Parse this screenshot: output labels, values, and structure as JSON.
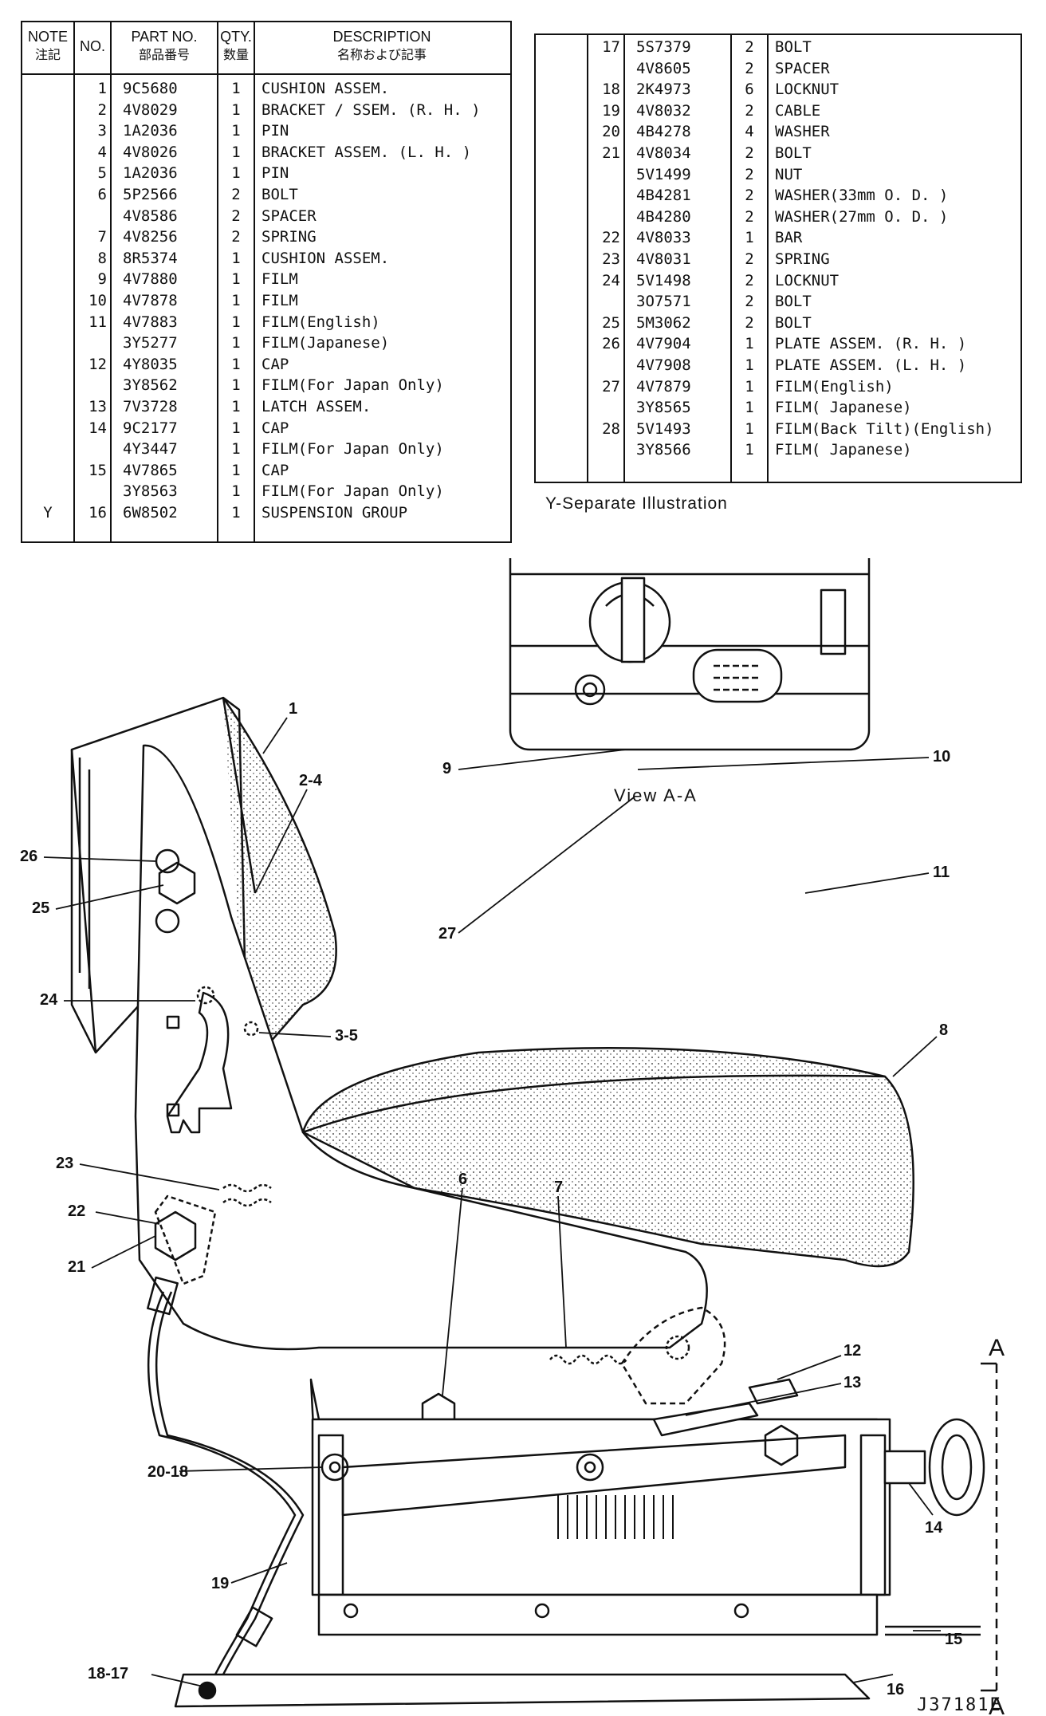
{
  "left_table": {
    "headers": {
      "note": "NOTE",
      "note_jp": "注記",
      "no": "NO.",
      "part": "PART NO.",
      "part_jp": "部品番号",
      "qty": "QTY.",
      "qty_jp": "数量",
      "desc": "DESCRIPTION",
      "desc_jp": "名称および記事"
    },
    "rows": [
      {
        "note": "",
        "no": "1",
        "part": "9C5680",
        "qty": "1",
        "desc": "CUSHION ASSEM."
      },
      {
        "note": "",
        "no": "2",
        "part": "4V8029",
        "qty": "1",
        "desc": "BRACKET / SSEM. (R. H. )"
      },
      {
        "note": "",
        "no": "3",
        "part": "1A2036",
        "qty": "1",
        "desc": " PIN"
      },
      {
        "note": "",
        "no": "4",
        "part": "4V8026",
        "qty": "1",
        "desc": "BRACKET ASSEM. (L. H. )"
      },
      {
        "note": "",
        "no": "5",
        "part": "1A2036",
        "qty": "1",
        "desc": " PIN"
      },
      {
        "note": "",
        "no": "6",
        "part": "5P2566",
        "qty": "2",
        "desc": "BOLT"
      },
      {
        "note": "",
        "no": "",
        "part": "4V8586",
        "qty": "2",
        "desc": "SPACER"
      },
      {
        "note": "",
        "no": "7",
        "part": "4V8256",
        "qty": "2",
        "desc": "SPRING"
      },
      {
        "note": "",
        "no": "8",
        "part": "8R5374",
        "qty": "1",
        "desc": "CUSHION ASSEM."
      },
      {
        "note": "",
        "no": "9",
        "part": "4V7880",
        "qty": "1",
        "desc": "FILM"
      },
      {
        "note": "",
        "no": "10",
        "part": "4V7878",
        "qty": "1",
        "desc": "FILM"
      },
      {
        "note": "",
        "no": "11",
        "part": "4V7883",
        "qty": "1",
        "desc": "FILM(English)"
      },
      {
        "note": "",
        "no": "",
        "part": "3Y5277",
        "qty": "1",
        "desc": "FILM(Japanese)"
      },
      {
        "note": "",
        "no": "12",
        "part": "4Y8035",
        "qty": "1",
        "desc": "CAP"
      },
      {
        "note": "",
        "no": "",
        "part": "3Y8562",
        "qty": "1",
        "desc": "FILM(For Japan Only)"
      },
      {
        "note": "",
        "no": "13",
        "part": "7V3728",
        "qty": "1",
        "desc": "LATCH ASSEM."
      },
      {
        "note": "",
        "no": "14",
        "part": "9C2177",
        "qty": "1",
        "desc": "CAP"
      },
      {
        "note": "",
        "no": "",
        "part": "4Y3447",
        "qty": "1",
        "desc": "FILM(For Japan Only)"
      },
      {
        "note": "",
        "no": "15",
        "part": "4V7865",
        "qty": "1",
        "desc": "CAP"
      },
      {
        "note": "",
        "no": "",
        "part": "3Y8563",
        "qty": "1",
        "desc": "FILM(For Japan Only)"
      },
      {
        "note": "Y",
        "no": "16",
        "part": "6W8502",
        "qty": "1",
        "desc": "SUSPENSION GROUP"
      }
    ]
  },
  "right_table": {
    "rows": [
      {
        "no": "17",
        "part": "5S7379",
        "qty": "2",
        "desc": "BOLT"
      },
      {
        "no": "",
        "part": "4V8605",
        "qty": "2",
        "desc": "SPACER"
      },
      {
        "no": "18",
        "part": "2K4973",
        "qty": "6",
        "desc": "LOCKNUT"
      },
      {
        "no": "19",
        "part": "4V8032",
        "qty": "2",
        "desc": "CABLE"
      },
      {
        "no": "20",
        "part": "4B4278",
        "qty": "4",
        "desc": "WASHER"
      },
      {
        "no": "21",
        "part": "4V8034",
        "qty": "2",
        "desc": "BOLT"
      },
      {
        "no": "",
        "part": "5V1499",
        "qty": "2",
        "desc": "NUT"
      },
      {
        "no": "",
        "part": "4B4281",
        "qty": "2",
        "desc": "WASHER(33mm O. D. )"
      },
      {
        "no": "",
        "part": "4B4280",
        "qty": "2",
        "desc": "WASHER(27mm O. D. )"
      },
      {
        "no": "22",
        "part": "4V8033",
        "qty": "1",
        "desc": "BAR"
      },
      {
        "no": "23",
        "part": "4V8031",
        "qty": "2",
        "desc": "SPRING"
      },
      {
        "no": "24",
        "part": "5V1498",
        "qty": "2",
        "desc": "LOCKNUT"
      },
      {
        "no": "",
        "part": "3O7571",
        "qty": "2",
        "desc": "BOLT"
      },
      {
        "no": "25",
        "part": "5M3062",
        "qty": "2",
        "desc": "BOLT"
      },
      {
        "no": "26",
        "part": "4V7904",
        "qty": "1",
        "desc": "PLATE ASSEM. (R. H. )"
      },
      {
        "no": "",
        "part": "4V7908",
        "qty": "1",
        "desc": "PLATE ASSEM. (L. H. )"
      },
      {
        "no": "27",
        "part": "4V7879",
        "qty": "1",
        "desc": "FILM(English)"
      },
      {
        "no": "",
        "part": "3Y8565",
        "qty": "1",
        "desc": "FILM( Japanese)"
      },
      {
        "no": "28",
        "part": "5V1493",
        "qty": "1",
        "desc": "FILM(Back Tilt)(English)"
      },
      {
        "no": "",
        "part": "3Y8566",
        "qty": "1",
        "desc": "FILM( Japanese)"
      }
    ]
  },
  "separate_note": "Y-Separate Illustration",
  "diagram": {
    "view_caption": "View A-A",
    "drawing_code": "J37181E",
    "section_mark": "A",
    "callouts": [
      "1",
      "2-4",
      "26",
      "25",
      "24",
      "3-5",
      "23",
      "22",
      "21",
      "6",
      "7",
      "8",
      "9",
      "10",
      "27",
      "11",
      "12",
      "13",
      "14",
      "15",
      "16",
      "20-18",
      "19",
      "18-17"
    ]
  }
}
